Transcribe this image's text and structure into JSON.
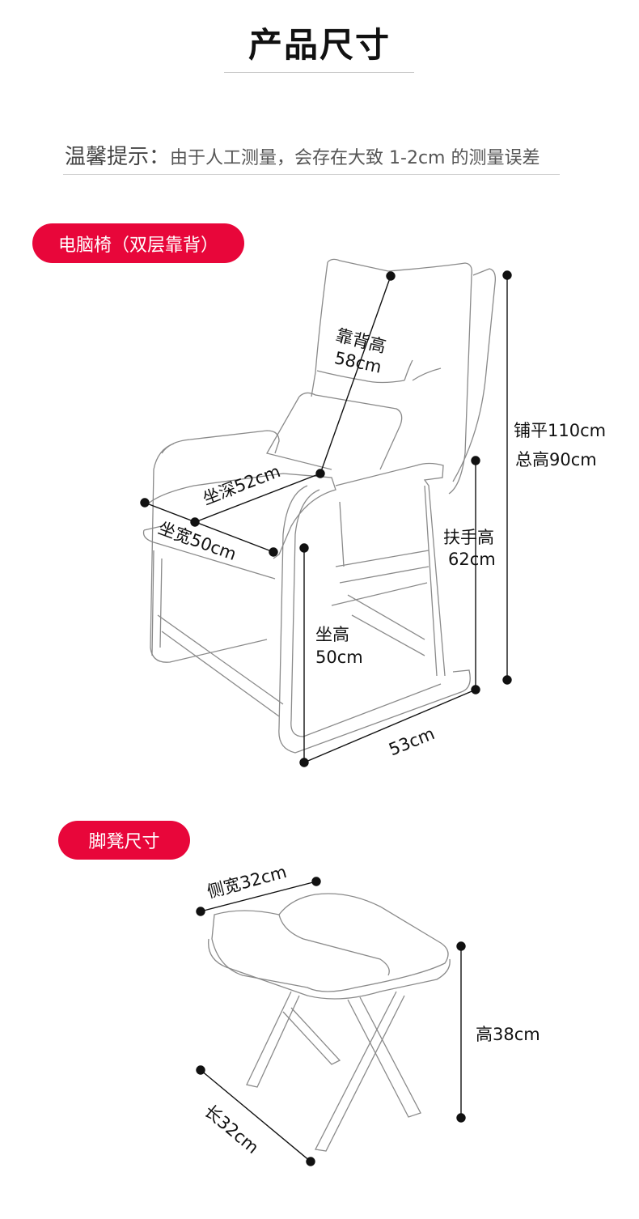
{
  "header": {
    "title": "产品尺寸",
    "tip_lead": "温馨提示：",
    "tip_text": "由于人工测量，会存在大致 1-2cm 的测量误差"
  },
  "chair": {
    "badge": "电脑椅（双层靠背）",
    "back_height_label": "靠背高",
    "back_height_value": "58cm",
    "seat_depth": "坐深52cm",
    "seat_width": "坐宽50cm",
    "seat_height_label": "坐高",
    "seat_height_value": "50cm",
    "base_length": "53cm",
    "armrest_height_label": "扶手高",
    "armrest_height_value": "62cm",
    "flat_length": "铺平110cm",
    "total_height": "总高90cm"
  },
  "footstool": {
    "badge": "脚凳尺寸",
    "side_width": "侧宽32cm",
    "height": "高38cm",
    "length": "长32cm"
  },
  "colors": {
    "accent": "#e8063a",
    "line": "#111111",
    "sketch": "#8a8a8a"
  }
}
